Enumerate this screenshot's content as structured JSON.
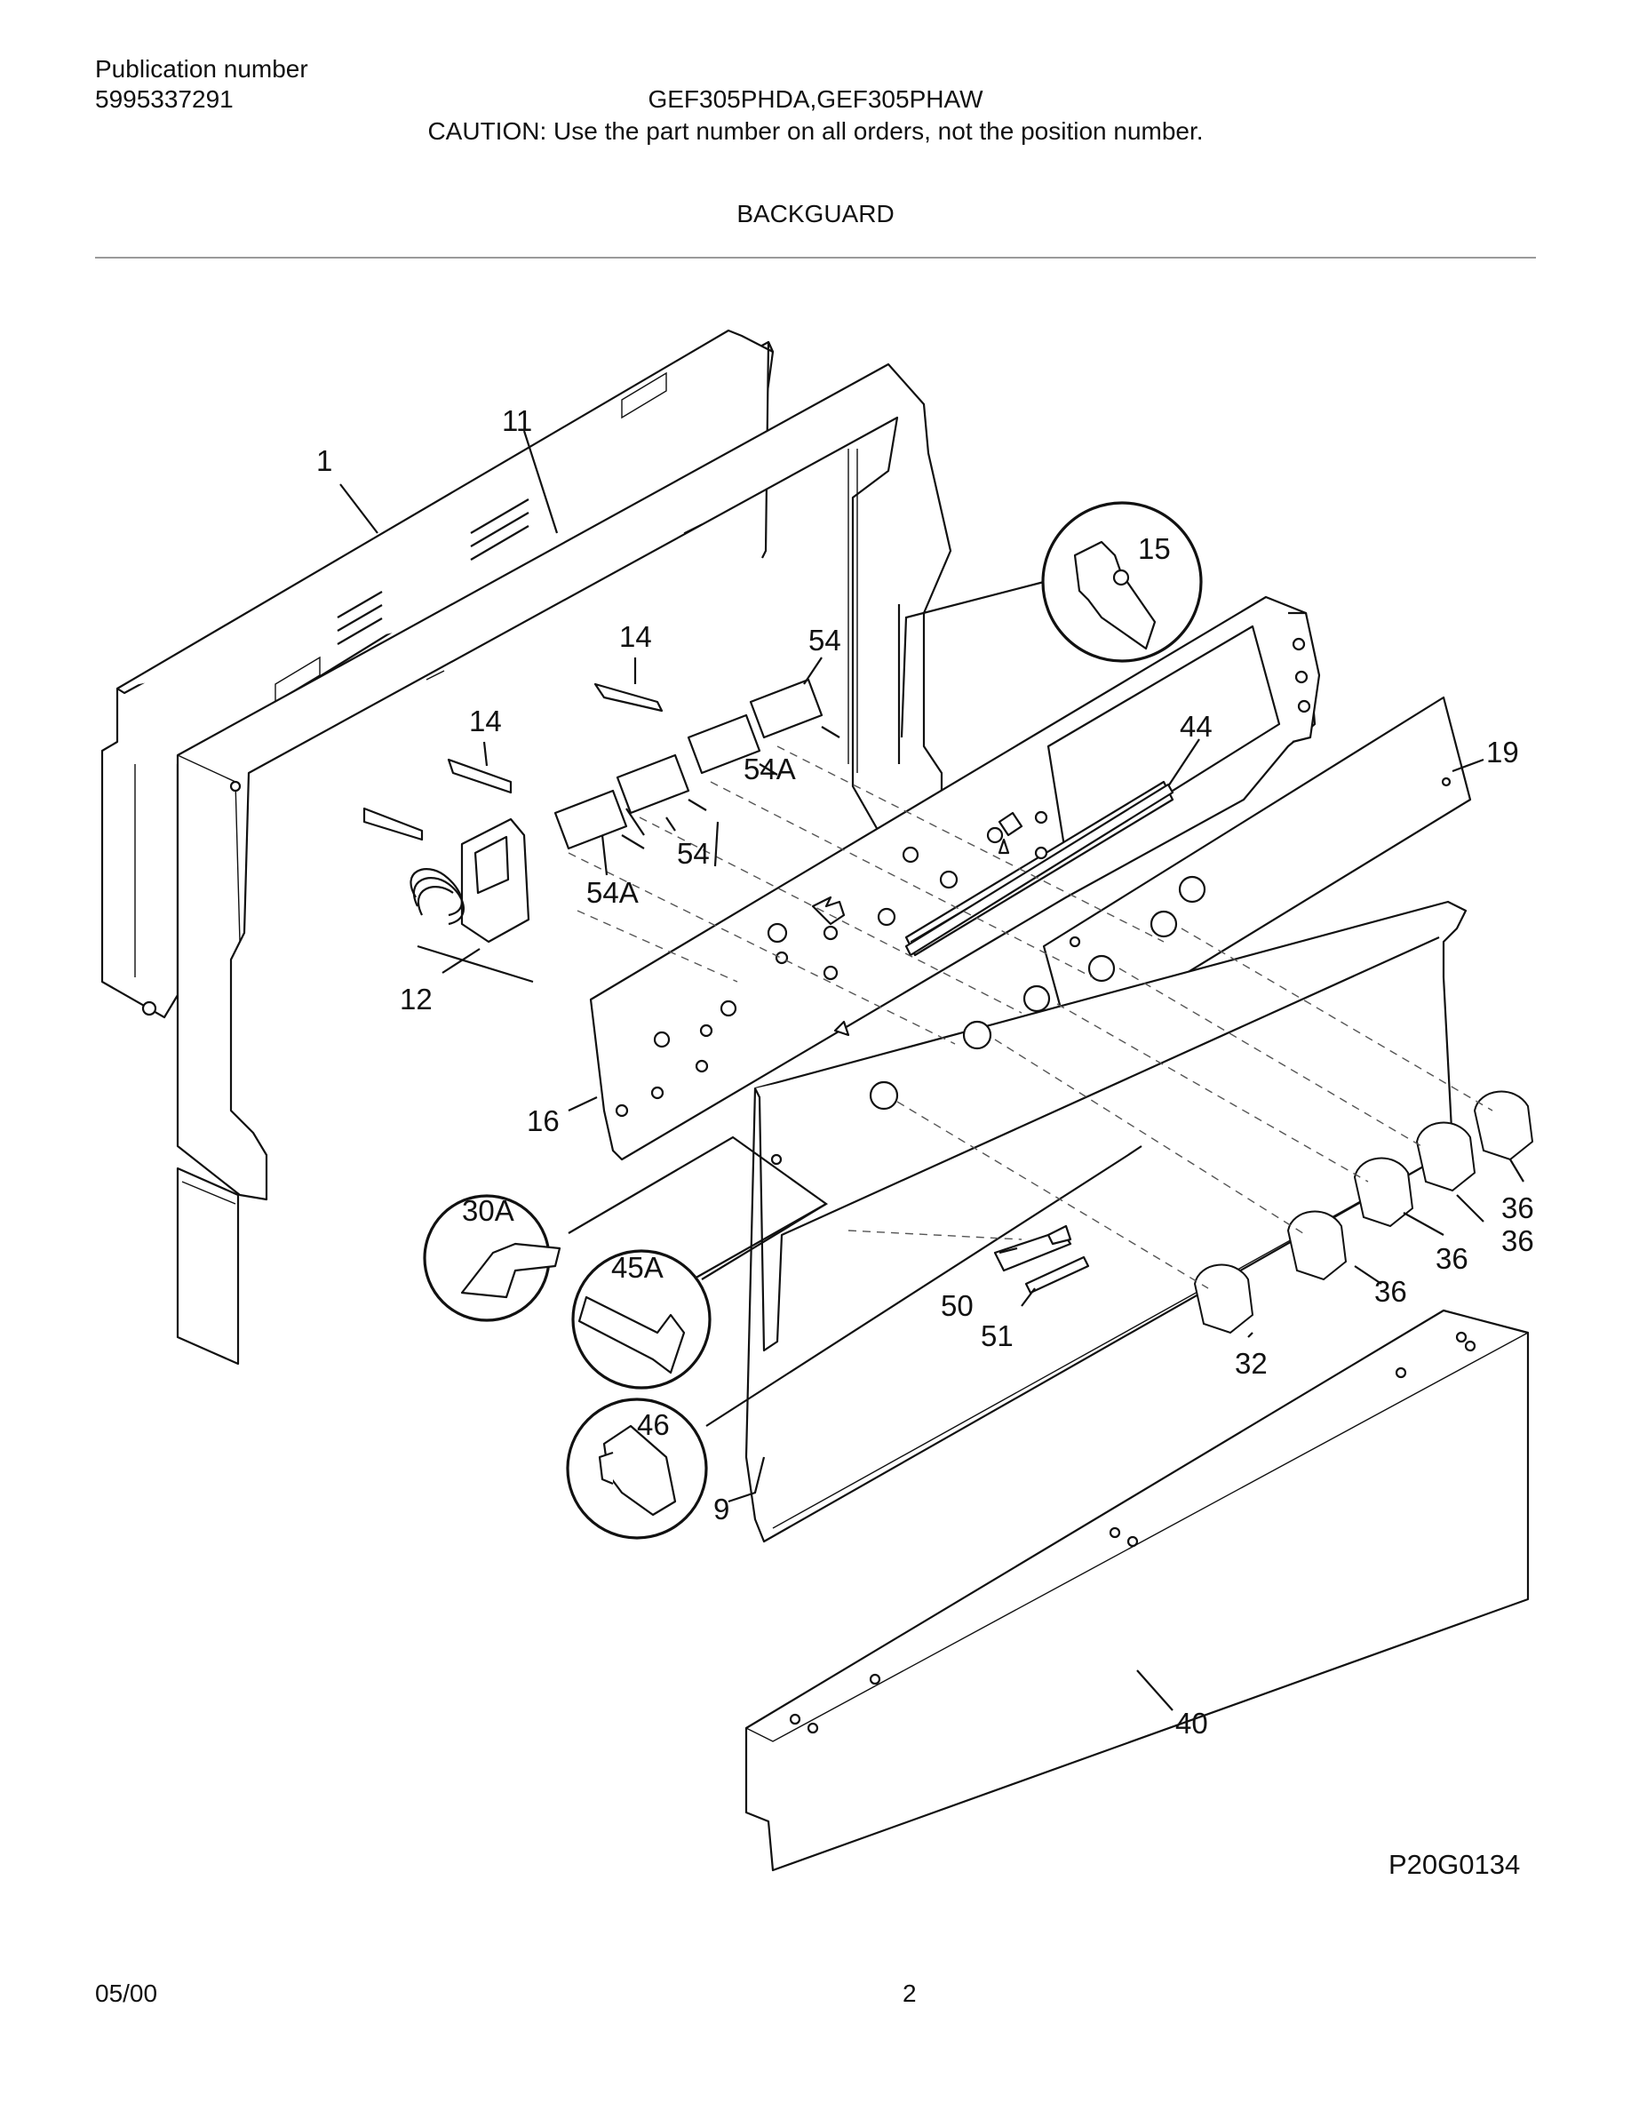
{
  "header": {
    "publication_label": "Publication number",
    "publication_number": "5995337291",
    "models": "GEF305PHDA,GEF305PHAW",
    "caution": "CAUTION:  Use the part number on all orders, not the position number.",
    "section_title": "BACKGUARD"
  },
  "diagram": {
    "callouts": {
      "c1": "1",
      "c11": "11",
      "c14a": "14",
      "c14b": "14",
      "c54a": "54",
      "c54b": "54",
      "c54Aa": "54A",
      "c54Ab": "54A",
      "c15": "15",
      "c44": "44",
      "c19": "19",
      "c12": "12",
      "c16": "16",
      "c30A": "30A",
      "c45A": "45A",
      "c46": "46",
      "c9": "9",
      "c50": "50",
      "c51": "51",
      "c32": "32",
      "c36a": "36",
      "c36b": "36",
      "c36c": "36",
      "c36d": "36",
      "c40": "40"
    },
    "drawing_code": "P20G0134"
  },
  "footer": {
    "date": "05/00",
    "page": "2"
  }
}
